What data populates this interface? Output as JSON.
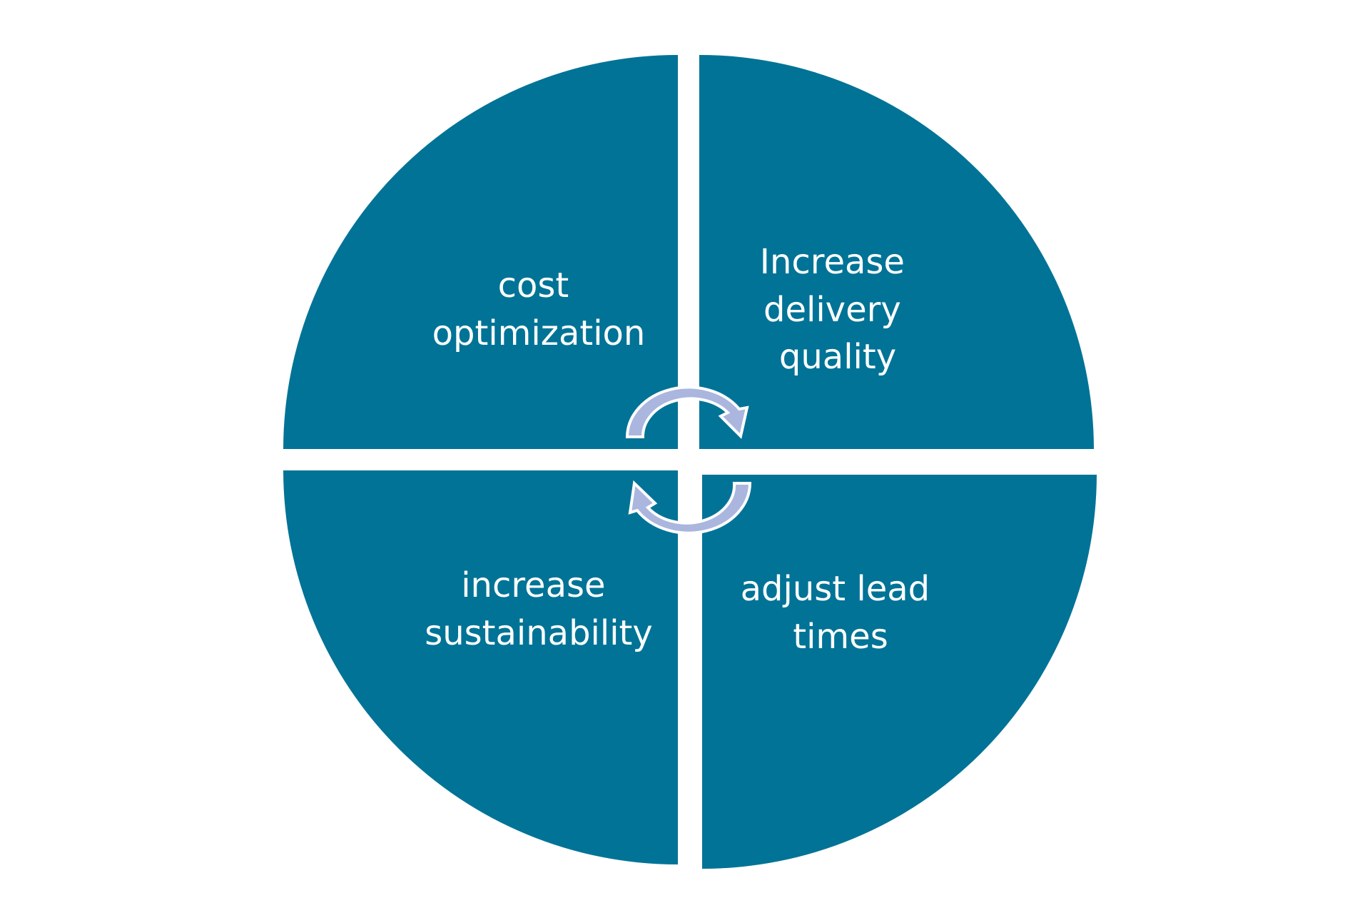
{
  "colors": {
    "background": "#ffffff",
    "quadrant_fill": "#007396",
    "arrow_fill": "#aab6de",
    "arrow_stroke": "#ffffff",
    "label_text": "#ffffff"
  },
  "quadrants": {
    "top_left": {
      "line1": "cost",
      "line2": "optimization"
    },
    "top_right": {
      "line1": "Increase",
      "line2": "delivery",
      "line3": "quality"
    },
    "bottom_left": {
      "line1": "increase",
      "line2": "sustainability"
    },
    "bottom_right": {
      "line1": "adjust lead",
      "line2": "times"
    }
  },
  "arrows": {
    "top": {
      "icon": "curved-arrow-clockwise-icon"
    },
    "bottom": {
      "icon": "curved-arrow-clockwise-icon"
    }
  }
}
